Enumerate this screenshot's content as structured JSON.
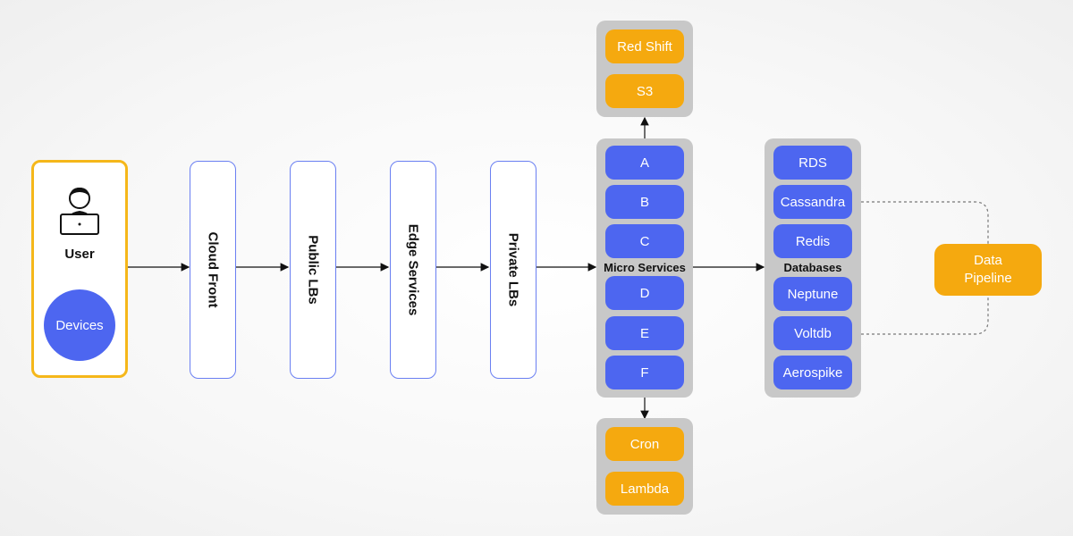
{
  "client": {
    "user_label": "User",
    "devices_label": "Devices"
  },
  "layers": [
    {
      "label": "Cloud Front"
    },
    {
      "label": "Public LBs"
    },
    {
      "label": "Edge Services"
    },
    {
      "label": "Private LBs"
    }
  ],
  "microservices": {
    "caption": "Micro Services",
    "items": [
      "A",
      "B",
      "C",
      "D",
      "E",
      "F"
    ]
  },
  "analytics_storage": {
    "items": [
      "Red Shift",
      "S3"
    ]
  },
  "jobs": {
    "items": [
      "Cron",
      "Lambda"
    ]
  },
  "databases": {
    "caption": "Databases",
    "items": [
      "RDS",
      "Cassandra",
      "Redis",
      "Neptune",
      "Voltdb",
      "Aerospike"
    ]
  },
  "pipeline": {
    "label": "Data Pipeline"
  },
  "colors": {
    "blue": "#4d66f0",
    "orange": "#f5a90f",
    "client_border": "#f5b71a",
    "group_bg": "#c8c8c8"
  }
}
